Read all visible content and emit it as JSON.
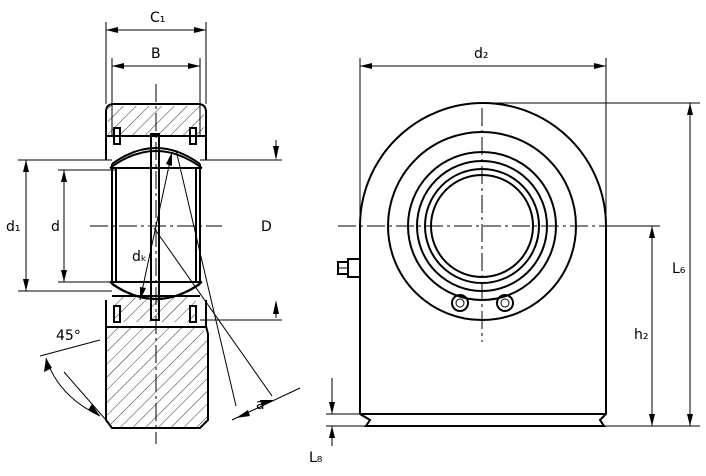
{
  "labels": {
    "c1": "C₁",
    "b": "B",
    "d2": "d₂",
    "d1": "d₁",
    "d": "d",
    "dk": "dₖ",
    "big_d": "D",
    "l6": "L₆",
    "h2": "h₂",
    "l8": "L₈",
    "a": "a",
    "angle": "45°"
  }
}
